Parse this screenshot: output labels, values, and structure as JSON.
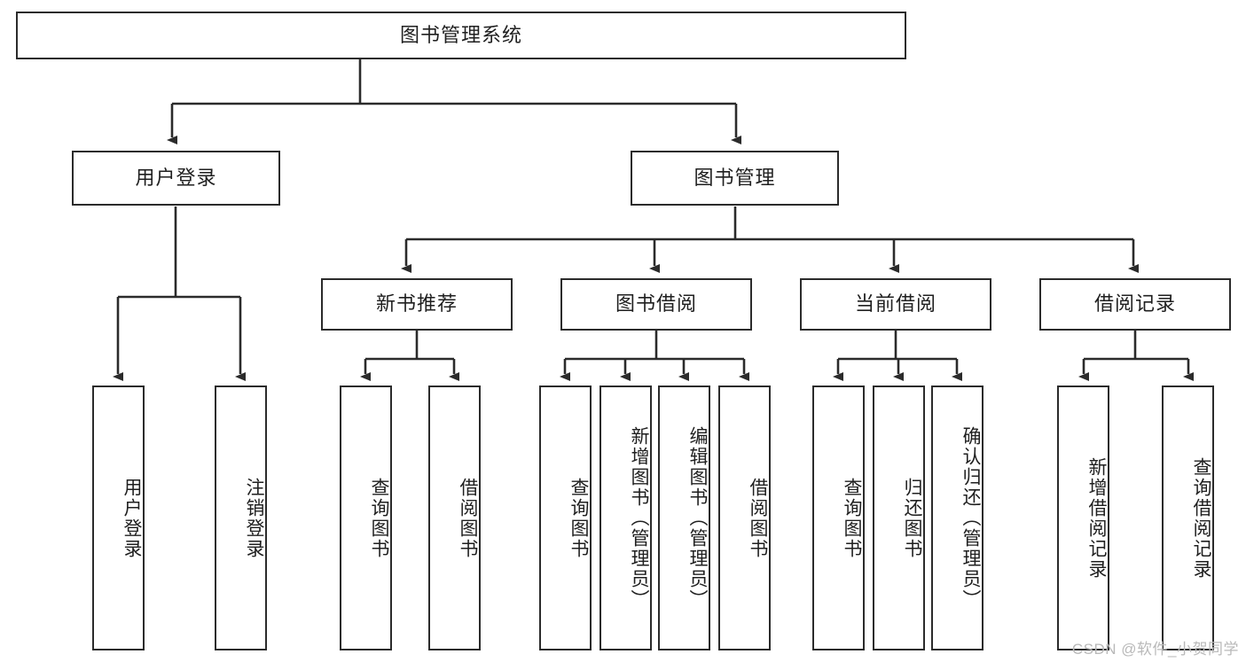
{
  "diagram": {
    "title": "图书管理系统",
    "type": "hierarchy-tree",
    "levels": {
      "root": {
        "label": "图书管理系统"
      },
      "level2": [
        {
          "label": "用户登录"
        },
        {
          "label": "图书管理"
        }
      ],
      "level3": [
        {
          "label": "新书推荐"
        },
        {
          "label": "图书借阅"
        },
        {
          "label": "当前借阅"
        },
        {
          "label": "借阅记录"
        }
      ],
      "leaves": {
        "user_login": [
          {
            "label": "用户登录"
          },
          {
            "label": "注销登录"
          }
        ],
        "new_book_recommend": [
          {
            "label": "查询图书"
          },
          {
            "label": "借阅图书"
          }
        ],
        "book_borrow": [
          {
            "label": "查询图书"
          },
          {
            "label": "新增图书（管理员）"
          },
          {
            "label": "编辑图书（管理员）"
          },
          {
            "label": "借阅图书"
          }
        ],
        "current_borrow": [
          {
            "label": "查询图书"
          },
          {
            "label": "归还图书"
          },
          {
            "label": "确认归还（管理员）"
          }
        ],
        "borrow_record": [
          {
            "label": "新增借阅记录"
          },
          {
            "label": "查询借阅记录"
          }
        ]
      }
    }
  },
  "watermark": {
    "text": "CSDN @软件_小贺同学"
  },
  "colors": {
    "box_border": "#2b2b2b",
    "box_fill": "#ffffff",
    "connector": "#333333",
    "text": "#1f1f1f",
    "watermark": "#b9b9b9"
  }
}
